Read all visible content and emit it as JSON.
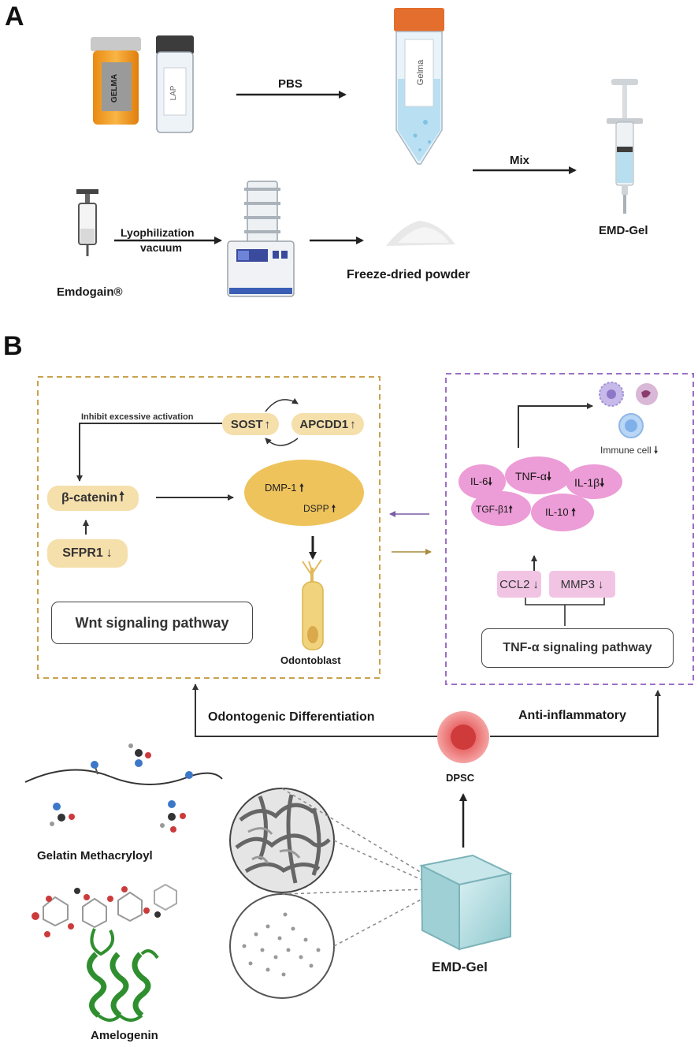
{
  "panel_a": {
    "letter": "A",
    "gelma_bottle_label": "GELMA",
    "lap_bottle_label": "LAP",
    "tube_label": "Gelma",
    "pbs": "PBS",
    "mix": "Mix",
    "lyophilization": "Lyophilization",
    "vacuum": "vacuum",
    "emdogain": "Emdogain®",
    "freeze_dried": "Freeze-dried powder",
    "emd_gel": "EMD-Gel"
  },
  "panel_b": {
    "letter": "B",
    "wnt": {
      "inhibit": "Inhibit excessive activation",
      "sost": "SOST",
      "apcdd1": "APCDD1",
      "beta_catenin": "β-catenin",
      "sfpr1": "SFPR1",
      "dmp1": "DMP-1",
      "dspp": "DSPP",
      "odontoblast": "Odontoblast",
      "pathway": "Wnt signaling pathway"
    },
    "tnf": {
      "immune_cell": "Immune cell",
      "il6": "IL-6",
      "tnfa": "TNF-α",
      "il1b": "IL-1β",
      "tgfb1": "TGF-β1",
      "il10": "IL-10",
      "ccl2": "CCL2",
      "mmp3": "MMP3",
      "pathway": "TNF-α signaling pathway"
    },
    "odontogenic": "Odontogenic Differentiation",
    "anti_inflammatory": "Anti-inflammatory",
    "dpsc": "DPSC",
    "gelatin": "Gelatin Methacryloyl",
    "amelogenin": "Amelogenin",
    "emd_gel": "EMD-Gel"
  },
  "colors": {
    "wnt_border": "#c9a24e",
    "tnf_border": "#9b6fc6",
    "yellow_pill": "#f5dfab",
    "pink_pill": "#f2c4e4",
    "cytokine": "#ec9cd6",
    "dmp_ellipse": "#eec35c",
    "dpsc_cell": "#ea6c6c"
  }
}
